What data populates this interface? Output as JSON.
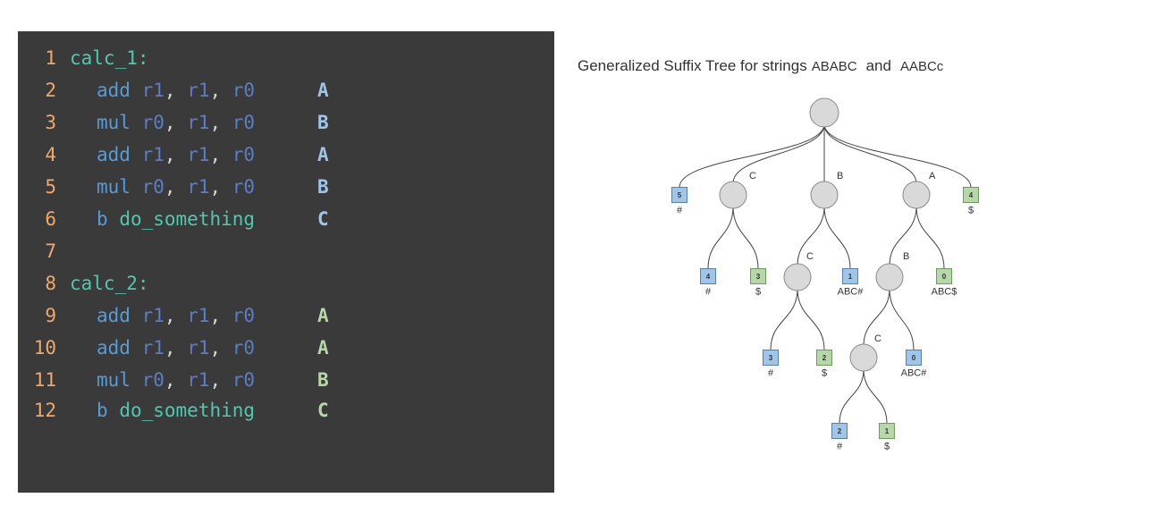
{
  "code_panel": {
    "lines": [
      {
        "num": "1",
        "label": "calc_1:",
        "tag": "",
        "kind": "label"
      },
      {
        "num": "2",
        "op": "add",
        "args": [
          "r1",
          "r1",
          "r0"
        ],
        "tag": "A",
        "tag_color": "#9fc5e8"
      },
      {
        "num": "3",
        "op": "mul",
        "args": [
          "r0",
          "r1",
          "r0"
        ],
        "tag": "B",
        "tag_color": "#9fc5e8"
      },
      {
        "num": "4",
        "op": "add",
        "args": [
          "r1",
          "r1",
          "r0"
        ],
        "tag": "A",
        "tag_color": "#9fc5e8"
      },
      {
        "num": "5",
        "op": "mul",
        "args": [
          "r0",
          "r1",
          "r0"
        ],
        "tag": "B",
        "tag_color": "#9fc5e8"
      },
      {
        "num": "6",
        "op": "b",
        "target": "do_something",
        "tag": "C",
        "tag_color": "#9fc5e8"
      },
      {
        "num": "7",
        "kind": "blank",
        "tag": ""
      },
      {
        "num": "8",
        "label": "calc_2:",
        "tag": "",
        "kind": "label"
      },
      {
        "num": "9",
        "op": "add",
        "args": [
          "r1",
          "r1",
          "r0"
        ],
        "tag": "A",
        "tag_color": "#b6d7a8"
      },
      {
        "num": "10",
        "op": "add",
        "args": [
          "r1",
          "r1",
          "r0"
        ],
        "tag": "A",
        "tag_color": "#b6d7a8"
      },
      {
        "num": "11",
        "op": "mul",
        "args": [
          "r0",
          "r1",
          "r0"
        ],
        "tag": "B",
        "tag_color": "#b6d7a8"
      },
      {
        "num": "12",
        "op": "b",
        "target": "do_something",
        "tag": "C",
        "tag_color": "#b6d7a8"
      }
    ],
    "colors": {
      "line_number": "#f0a868",
      "label": "#4ec9b0",
      "op": "#569cd6",
      "reg": "#5a7ec4",
      "punct": "#d4d4d4",
      "target": "#4ec9b0"
    }
  },
  "diagram": {
    "title": "Generalized Suffix Tree for strings",
    "string1": "ABABC",
    "and": "and",
    "string2": "AABCc",
    "edge_labels": [
      "C",
      "B",
      "A",
      "C",
      "B",
      "C"
    ],
    "leaves": [
      {
        "id": "l5",
        "num": "5",
        "color": "blue",
        "suffix": "#"
      },
      {
        "id": "l4g",
        "num": "4",
        "color": "green",
        "suffix": "$"
      },
      {
        "id": "l4b",
        "num": "4",
        "color": "blue",
        "suffix": "#"
      },
      {
        "id": "l3g",
        "num": "3",
        "color": "green",
        "suffix": "$"
      },
      {
        "id": "l1b",
        "num": "1",
        "color": "blue",
        "suffix": "ABC#"
      },
      {
        "id": "l0g",
        "num": "0",
        "color": "green",
        "suffix": "ABC$"
      },
      {
        "id": "l3b",
        "num": "3",
        "color": "blue",
        "suffix": "#"
      },
      {
        "id": "l2g",
        "num": "2",
        "color": "green",
        "suffix": "$"
      },
      {
        "id": "l0b",
        "num": "0",
        "color": "blue",
        "suffix": "ABC#"
      },
      {
        "id": "l2b",
        "num": "2",
        "color": "blue",
        "suffix": "#"
      },
      {
        "id": "l1g",
        "num": "1",
        "color": "green",
        "suffix": "$"
      }
    ]
  }
}
